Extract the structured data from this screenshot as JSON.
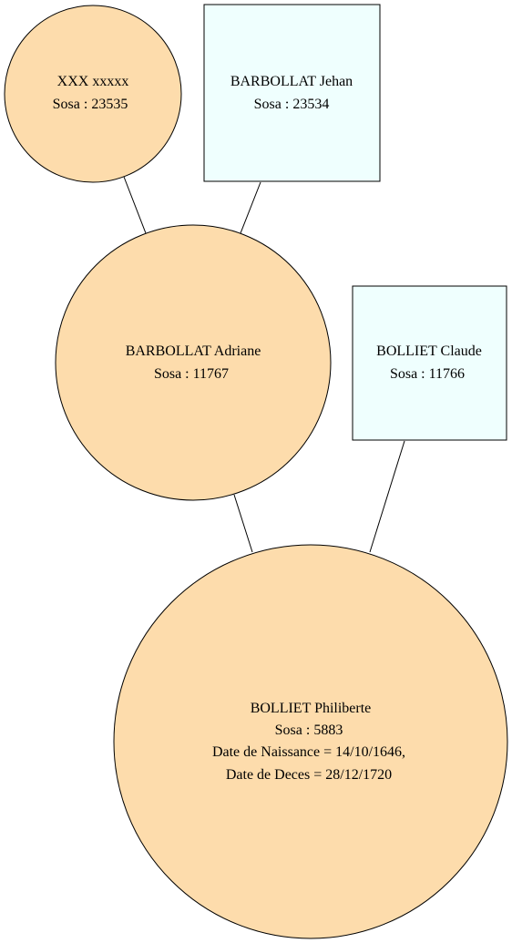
{
  "colors": {
    "female_fill": "#fddcac",
    "male_fill": "#effffe",
    "stroke": "#000000",
    "background": "#ffffff"
  },
  "nodes": {
    "xxx": {
      "name": "XXX xxxxx",
      "sosa": "Sosa : 23535",
      "shape": "circle"
    },
    "jehan": {
      "name": "BARBOLLAT Jehan",
      "sosa": "Sosa : 23534",
      "shape": "box"
    },
    "adriane": {
      "name": "BARBOLLAT Adriane",
      "sosa": "Sosa : 11767",
      "shape": "circle"
    },
    "claude": {
      "name": "BOLLIET Claude",
      "sosa": "Sosa : 11766",
      "shape": "box"
    },
    "philiberte": {
      "name": "BOLLIET Philiberte",
      "sosa": "Sosa : 5883",
      "birth": "Date de Naissance = 14/10/1646,",
      "death": "Date de Deces = 28/12/1720",
      "shape": "circle"
    }
  },
  "edges": [
    {
      "from": "xxx",
      "to": "adriane"
    },
    {
      "from": "jehan",
      "to": "adriane"
    },
    {
      "from": "adriane",
      "to": "philiberte"
    },
    {
      "from": "claude",
      "to": "philiberte"
    }
  ]
}
